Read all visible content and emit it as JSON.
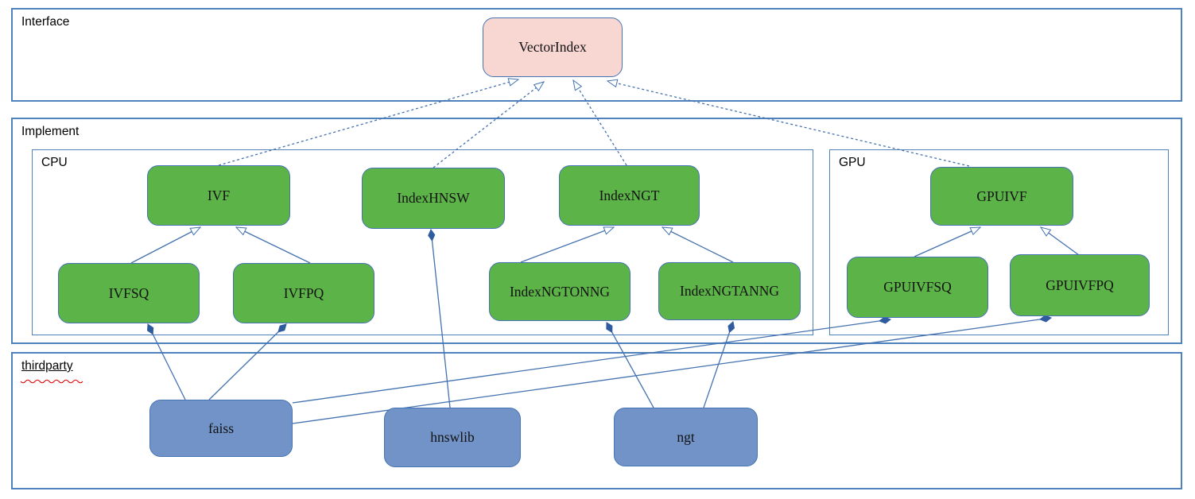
{
  "diagram": {
    "title_hint": "VectorIndex implementation architecture",
    "sections": {
      "interface": {
        "label": "Interface"
      },
      "implement": {
        "label": "Implement"
      },
      "cpu": {
        "label": "CPU"
      },
      "gpu": {
        "label": "GPU"
      },
      "thirdparty": {
        "label": "thirdparty",
        "spellcheck_squiggle": true,
        "underlined": true
      }
    },
    "nodes": {
      "vectorindex": {
        "label": "VectorIndex",
        "section": "interface",
        "color": "pink"
      },
      "ivf": {
        "label": "IVF",
        "section": "cpu",
        "color": "green"
      },
      "indexhnsw": {
        "label": "IndexHNSW",
        "section": "cpu",
        "color": "green"
      },
      "indexngt": {
        "label": "IndexNGT",
        "section": "cpu",
        "color": "green"
      },
      "ivfsq": {
        "label": "IVFSQ",
        "section": "cpu",
        "color": "green"
      },
      "ivfpq": {
        "label": "IVFPQ",
        "section": "cpu",
        "color": "green"
      },
      "indexngtonng": {
        "label": "IndexNGTONNG",
        "section": "cpu",
        "color": "green"
      },
      "indexngtanng": {
        "label": "IndexNGTANNG",
        "section": "cpu",
        "color": "green"
      },
      "gpuivf": {
        "label": "GPUIVF",
        "section": "gpu",
        "color": "green"
      },
      "gpuivfsq": {
        "label": "GPUIVFSQ",
        "section": "gpu",
        "color": "green"
      },
      "gpuivfpq": {
        "label": "GPUIVFPQ",
        "section": "gpu",
        "color": "green"
      },
      "faiss": {
        "label": "faiss",
        "section": "thirdparty",
        "color": "blue"
      },
      "hnswlib": {
        "label": "hnswlib",
        "section": "thirdparty",
        "color": "blue"
      },
      "ngt": {
        "label": "ngt",
        "section": "thirdparty",
        "color": "blue"
      }
    },
    "edges": [
      {
        "from": "IVF",
        "to": "VectorIndex",
        "type": "realization"
      },
      {
        "from": "IndexHNSW",
        "to": "VectorIndex",
        "type": "realization"
      },
      {
        "from": "IndexNGT",
        "to": "VectorIndex",
        "type": "realization"
      },
      {
        "from": "GPUIVF",
        "to": "VectorIndex",
        "type": "realization"
      },
      {
        "from": "IVFSQ",
        "to": "IVF",
        "type": "inheritance"
      },
      {
        "from": "IVFPQ",
        "to": "IVF",
        "type": "inheritance"
      },
      {
        "from": "IndexNGTONNG",
        "to": "IndexNGT",
        "type": "inheritance"
      },
      {
        "from": "IndexNGTANNG",
        "to": "IndexNGT",
        "type": "inheritance"
      },
      {
        "from": "GPUIVFSQ",
        "to": "GPUIVF",
        "type": "inheritance"
      },
      {
        "from": "GPUIVFPQ",
        "to": "GPUIVF",
        "type": "inheritance"
      },
      {
        "from": "faiss",
        "to": "IVFSQ",
        "type": "composition"
      },
      {
        "from": "faiss",
        "to": "IVFPQ",
        "type": "composition"
      },
      {
        "from": "faiss",
        "to": "GPUIVFSQ",
        "type": "composition"
      },
      {
        "from": "faiss",
        "to": "GPUIVFPQ",
        "type": "composition"
      },
      {
        "from": "hnswlib",
        "to": "IndexHNSW",
        "type": "composition"
      },
      {
        "from": "ngt",
        "to": "IndexNGTONNG",
        "type": "composition"
      },
      {
        "from": "ngt",
        "to": "IndexNGTANNG",
        "type": "composition"
      }
    ],
    "colors": {
      "node_green": "#5cb347",
      "node_blue": "#7193c7",
      "node_pink": "#f8d7d3",
      "node_border": "#4573b4",
      "frame_border": "#4f81bd",
      "connector": "#4472b0",
      "diamond_fill": "#2f5c9e",
      "squiggle_red": "#e00000"
    }
  }
}
